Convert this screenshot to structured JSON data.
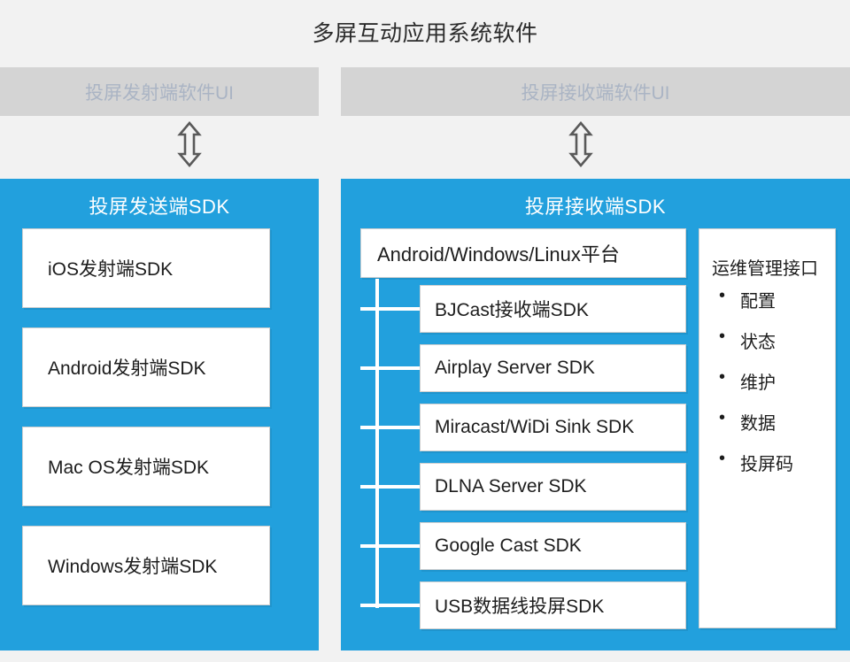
{
  "page": {
    "title": "多屏互动应用系统软件",
    "background_color": "#f2f2f2",
    "accent_color": "#22a0dd",
    "ui_bar_color": "#d4d4d4",
    "ui_bar_text_color": "#aab4c4"
  },
  "ui_bars": {
    "sender": {
      "label": "投屏发射端软件UI"
    },
    "receiver": {
      "label": "投屏接收端软件UI"
    }
  },
  "connectors": {
    "sender_arrow": "double-arrow-vertical-icon",
    "receiver_arrow": "double-arrow-vertical-icon"
  },
  "sender_panel": {
    "title": "投屏发送端SDK",
    "items": [
      {
        "label": "iOS发射端SDK"
      },
      {
        "label": "Android发射端SDK"
      },
      {
        "label": "Mac OS发射端SDK"
      },
      {
        "label": "Windows发射端SDK"
      }
    ]
  },
  "receiver_panel": {
    "title": "投屏接收端SDK",
    "platform": {
      "label": "Android/Windows/Linux平台"
    },
    "sdks": [
      {
        "label": "BJCast接收端SDK"
      },
      {
        "label": "Airplay Server SDK"
      },
      {
        "label": "Miracast/WiDi Sink SDK"
      },
      {
        "label": "DLNA Server SDK"
      },
      {
        "label": "Google Cast SDK"
      },
      {
        "label": "USB数据线投屏SDK"
      }
    ],
    "ops": {
      "title": "运维管理接口",
      "items": [
        "配置",
        "状态",
        "维护",
        "数据",
        "投屏码"
      ]
    }
  }
}
